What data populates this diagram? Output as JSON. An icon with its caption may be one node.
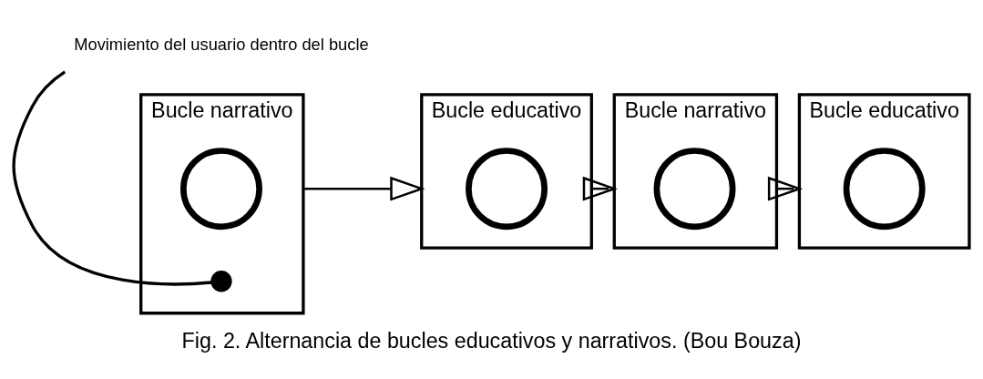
{
  "diagram": {
    "caption": "Fig. 2. Alternancia de bucles educativos y narrativos. (Bou Bouza)",
    "nodes": [
      {
        "text": [
          "Bucle narrativo"
        ]
      },
      {
        "text": [],
        "shape": "loop",
        "in": 0
      },
      {
        "text": [],
        "shape": "circle",
        "in": 0
      },
      {
        "text": [
          "Bucle educativo"
        ]
      },
      {
        "text": [],
        "shape": "loop",
        "in": 3
      },
      {
        "text": [
          "Bucle narrativo"
        ]
      },
      {
        "text": [],
        "shape": "loop",
        "in": 5
      },
      {
        "text": [
          "Bucle educativo"
        ]
      },
      {
        "text": [],
        "shape": "loop",
        "in": 7
      },
      {
        "text": [
          "Movimiento del usuario dentro del bucle"
        ]
      }
    ],
    "edges": [
      {
        "from": 0,
        "to": 3,
        "arrow": "to"
      },
      {
        "from": 3,
        "to": 5,
        "arrow": "to"
      },
      {
        "from": 5,
        "to": 7,
        "arrow": "to"
      },
      {
        "from": 9,
        "to": 2,
        "arrow": "none"
      }
    ]
  }
}
